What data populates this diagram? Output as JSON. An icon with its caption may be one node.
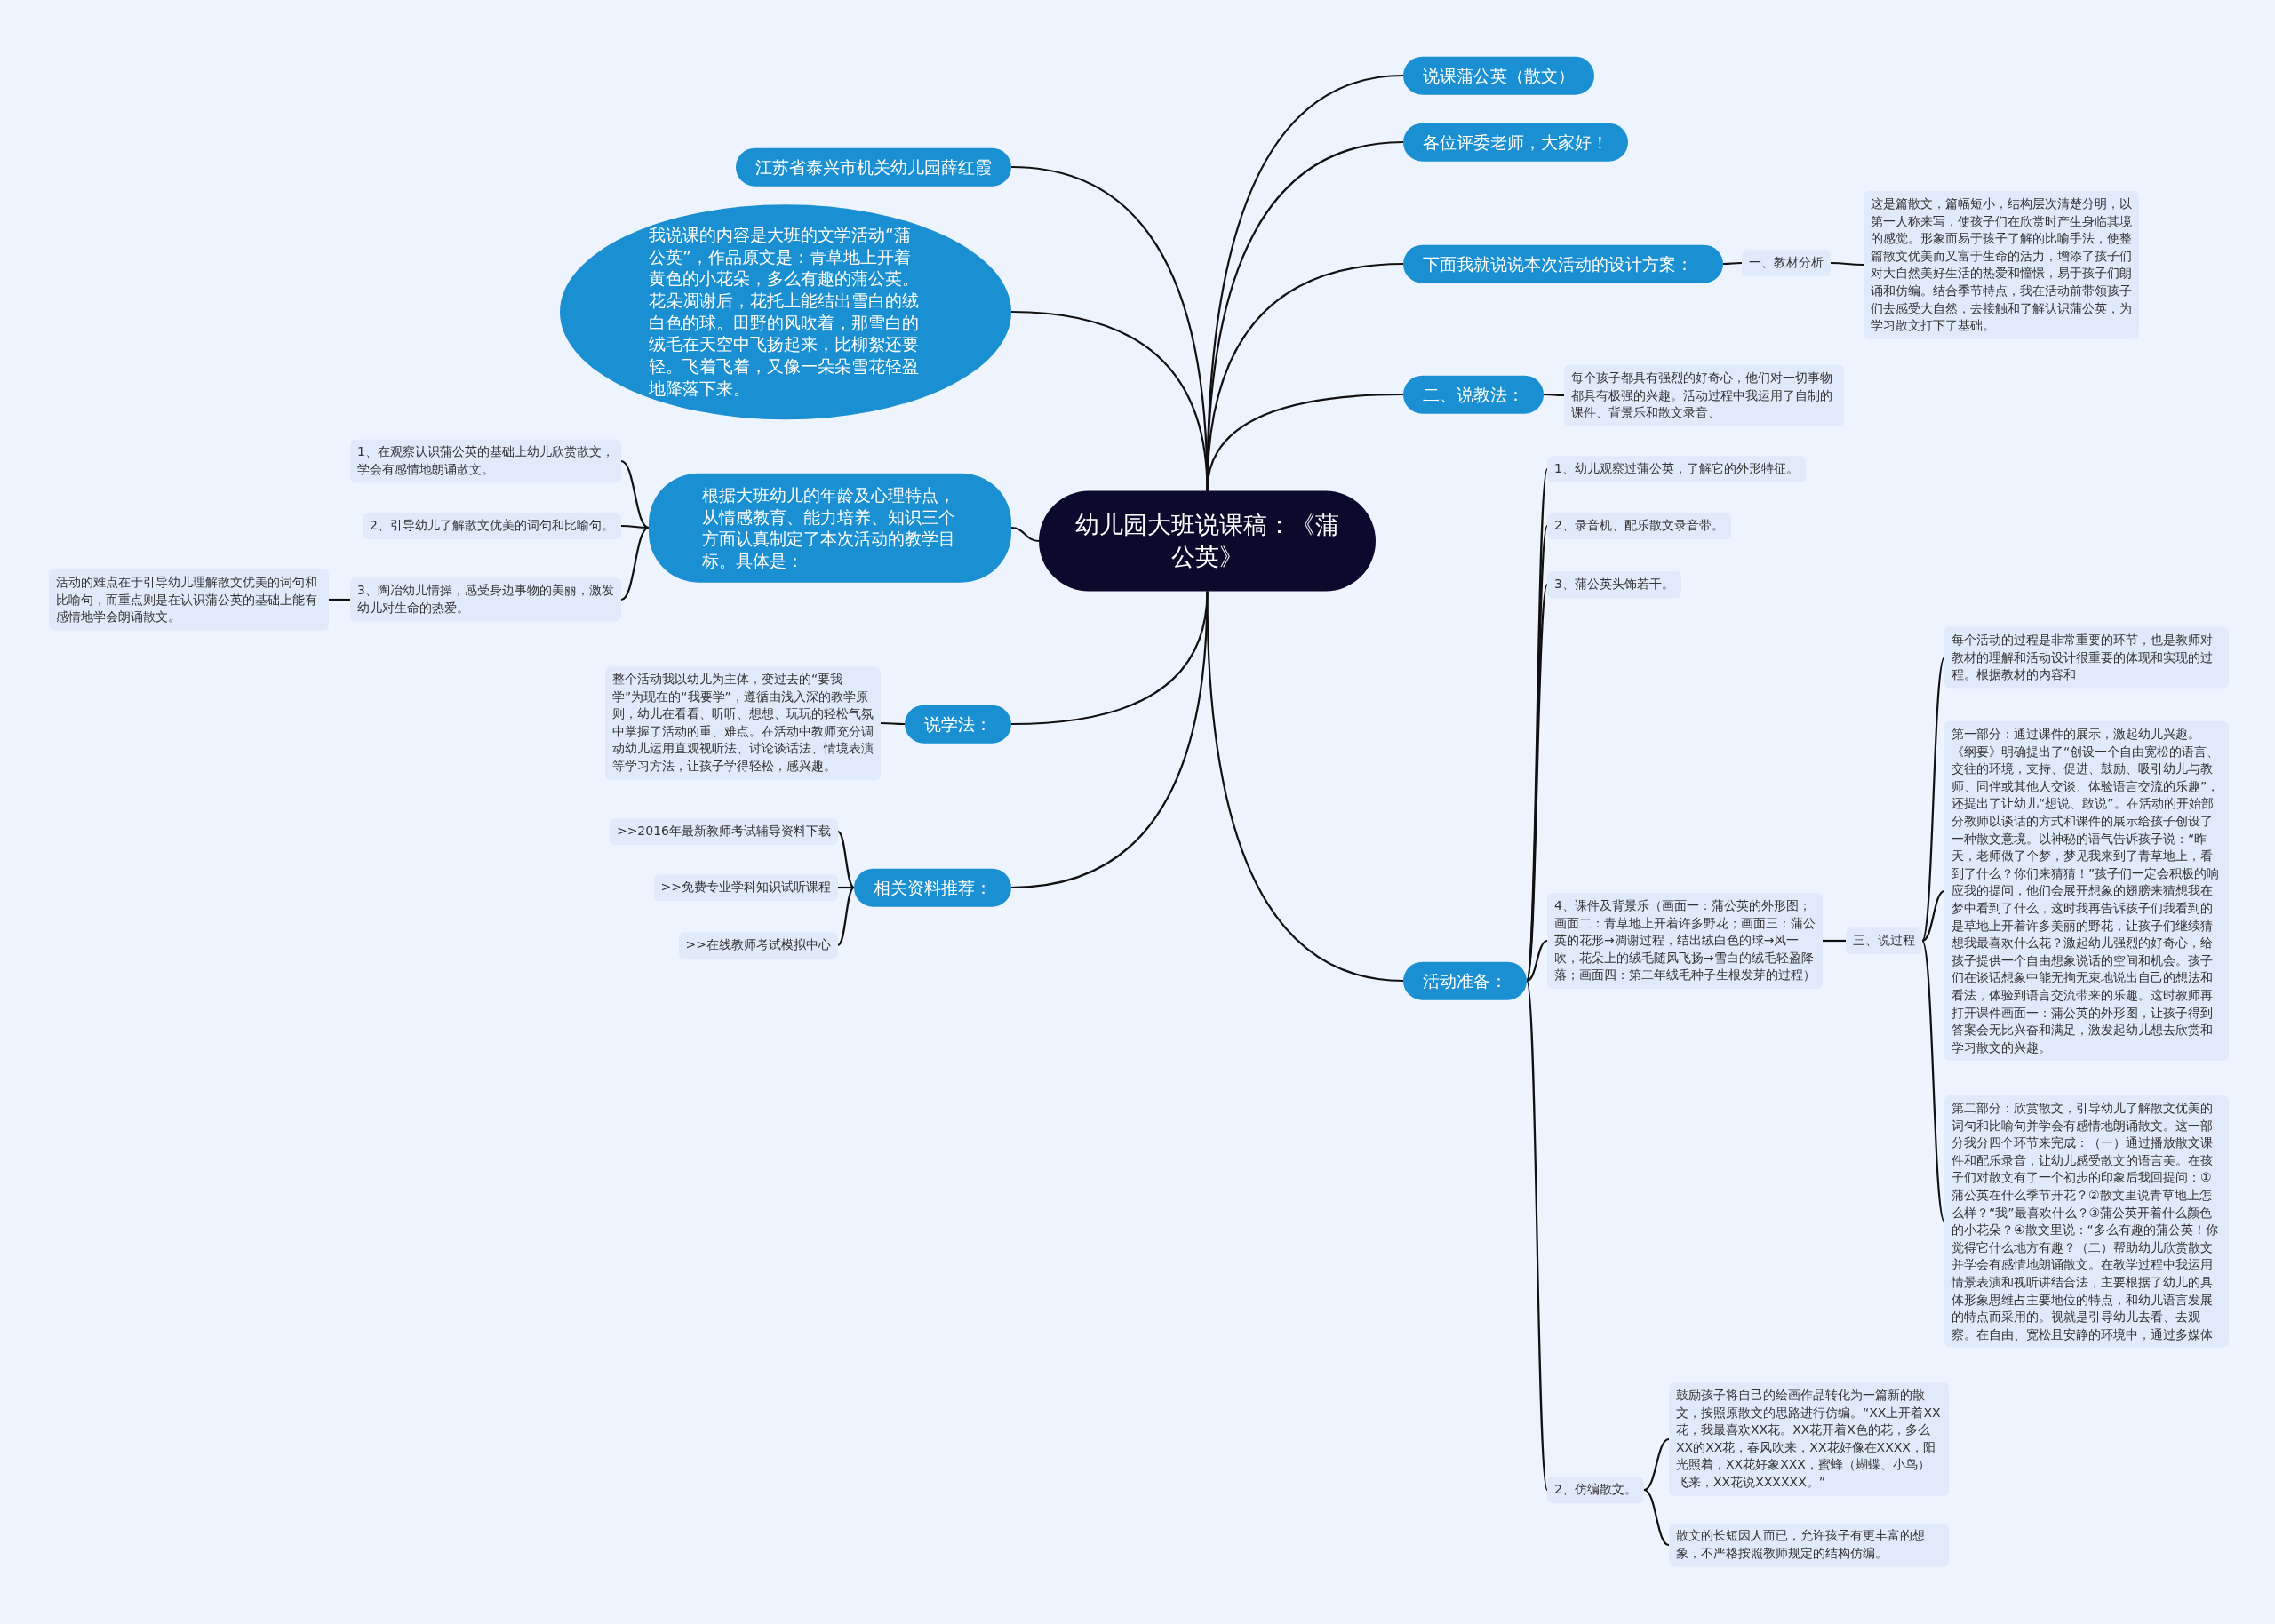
{
  "diagram": {
    "nodes": [
      {
        "text": [
          "幼儿园大班说课稿：《蒲公英》"
        ]
      },
      {
        "text": [
          "说课蒲公英（散文）"
        ]
      },
      {
        "text": [
          "各位评委老师，大家好！"
        ]
      },
      {
        "text": [
          "下面我就说说本次活动的设计方案："
        ]
      },
      {
        "text": [
          "一、教材分析"
        ]
      },
      {
        "text": [
          "这是篇散文，篇幅短小，结构层次清楚分明，以第一人称来写，使孩子们在欣赏时产生身临其境的感觉。形象而易于孩子了解的比喻手法，使整篇散文优美而又富于生命的活力，增添了孩子们对大自然美好生活的热爱和憧憬，易于孩子们朗诵和仿编。结合季节特点，我在活动前带领孩子们去感受大自然，去接触和了解认识蒲公英，为学习散文打下了基础。"
        ]
      },
      {
        "text": [
          "二、说教法："
        ]
      },
      {
        "text": [
          "每个孩子都具有强烈的好奇心，他们对一切事物都具有极强的兴趣。活动过程中我运用了自制的课件、背景乐和散文录音、"
        ]
      },
      {
        "text": [
          "活动准备："
        ]
      },
      {
        "text": [
          "1、幼儿观察过蒲公英，了解它的外形特征。"
        ]
      },
      {
        "text": [
          "2、录音机、配乐散文录音带。"
        ]
      },
      {
        "text": [
          "3、蒲公英头饰若干。"
        ]
      },
      {
        "text": [
          "4、课件及背景乐（画面一：蒲公英的外形图；画面二：青草地上开着许多野花；画面三：蒲公英的花形→凋谢过程，结出绒白色的球→风一吹，花朵上的绒毛随风飞扬→雪白的绒毛轻盈降落；画面四：第二年绒毛种子生根发芽的过程）"
        ]
      },
      {
        "text": [
          "三、说过程"
        ]
      },
      {
        "text": [
          "每个活动的过程是非常重要的环节，也是教师对教材的理解和活动设计很重要的体现和实现的过程。根据教材的内容和"
        ]
      },
      {
        "text": [
          "第一部分：通过课件的展示，激起幼儿兴趣。《纲要》明确提出了“创设一个自由宽松的语言、交往的环境，支持、促进、鼓励、吸引幼儿与教师、同伴或其他人交谈、体验语言交流的乐趣”，还提出了让幼儿“想说、敢说”。在活动的开始部分教师以谈话的方式和课件的展示给孩子创设了一种散文意境。以神秘的语气告诉孩子说：“昨天，老师做了个梦，梦见我来到了青草地上，看到了什么？你们来猜猜！”孩子们一定会积极的响应我的提问，他们会展开想象的翅膀来猜想我在梦中看到了什么，这时我再告诉孩子们我看到的是草地上开着许多美丽的野花，让孩子们继续猜想我最喜欢什么花？激起幼儿强烈的好奇心，给孩子提供一个自由想象说话的空间和机会。孩子们在谈话想象中能无拘无束地说出自己的想法和看法，体验到语言交流带来的乐趣。这时教师再打开课件画面一：蒲公英的外形图，让孩子得到答案会无比兴奋和满足，激发起幼儿想去欣赏和学习散文的兴趣。"
        ]
      },
      {
        "text": [
          "第二部分：欣赏散文，引导幼儿了解散文优美的词句和比喻句并学会有感情地朗诵散文。这一部分我分四个环节来完成：（一）通过播放散文课件和配乐录音，让幼儿感受散文的语言美。在孩子们对散文有了一个初步的印象后我回提问：①蒲公英在什么季节开花？②散文里说青草地上怎么样？“我”最喜欢什么？③蒲公英开着什么颜色的小花朵？④散文里说：“多么有趣的蒲公英！你觉得它什么地方有趣？（二）帮助幼儿欣赏散文并学会有感情地朗诵散文。在教学过程中我运用情景表演和视听讲结合法，主要根据了幼儿的具体形象思维占主要地位的特点，和幼儿语言发展的特点而采用的。视就是引导幼儿去看、去观察。在自由、宽松且安静的环境中，通过多媒体"
        ]
      },
      {
        "text": [
          "2、仿编散文。"
        ]
      },
      {
        "text": [
          "鼓励孩子将自己的绘画作品转化为一篇新的散文，按照原散文的思路进行仿编。“XX上开着XX花，我最喜欢XX花。XX花开着X色的花，多么XX的XX花，春风吹来，XX花好像在XXXX，阳光照着，XX花好象XXX，蜜蜂（蝴蝶、小鸟）飞来，XX花说XXXXXX。”"
        ]
      },
      {
        "text": [
          "散文的长短因人而已，允许孩子有更丰富的想象，不严格按照教师规定的结构仿编。"
        ]
      },
      {
        "text": [
          "江苏省泰兴市机关幼儿园薛红霞"
        ]
      },
      {
        "text": [
          "我说课的内容是大班的文学活动“蒲公英”，作品原文是：青草地上开着黄色的小花朵，多么有趣的蒲公英。花朵凋谢后，花托上能结出雪白的绒白色的球。田野的风吹着，那雪白的绒毛在天空中飞扬起来，比柳絮还要轻。飞着飞着，又像一朵朵雪花轻盈地降落下来。"
        ]
      },
      {
        "text": [
          "根据大班幼儿的年龄及心理特点，从情感教育、能力培养、知识三个方面认真制定了本次活动的教学目标。具体是："
        ]
      },
      {
        "text": [
          "1、在观察认识蒲公英的基础上幼儿欣赏散文，学会有感情地朗诵散文。"
        ]
      },
      {
        "text": [
          "2、引导幼儿了解散文优美的词句和比喻句。"
        ]
      },
      {
        "text": [
          "3、陶冶幼儿情操，感受身边事物的美丽，激发幼儿对生命的热爱。"
        ]
      },
      {
        "text": [
          "活动的难点在于引导幼儿理解散文优美的词句和比喻句，而重点则是在认识蒲公英的基础上能有感情地学会朗诵散文。"
        ]
      },
      {
        "text": [
          "说学法："
        ]
      },
      {
        "text": [
          "整个活动我以幼儿为主体，变过去的“要我学”为现在的“我要学”，遵循由浅入深的教学原则，幼儿在看看、听听、想想、玩玩的轻松气氛中掌握了活动的重、难点。在活动中教师充分调动幼儿运用直观视听法、讨论谈话法、情境表演等学习方法，让孩子学得轻松，感兴趣。"
        ]
      },
      {
        "text": [
          "相关资料推荐："
        ]
      },
      {
        "text": [
          ">>2016年最新教师考试辅导资料下载"
        ]
      },
      {
        "text": [
          ">>免费专业学科知识试听课程"
        ]
      },
      {
        "text": [
          ">>在线教师考试模拟中心"
        ]
      }
    ],
    "edges": [
      {
        "from": 0,
        "to": 1,
        "arrow": "none"
      },
      {
        "from": 0,
        "to": 2,
        "arrow": "none"
      },
      {
        "from": 0,
        "to": 3,
        "arrow": "none"
      },
      {
        "from": 3,
        "to": 4,
        "arrow": "none"
      },
      {
        "from": 4,
        "to": 5,
        "arrow": "none"
      },
      {
        "from": 0,
        "to": 6,
        "arrow": "none"
      },
      {
        "from": 6,
        "to": 7,
        "arrow": "none"
      },
      {
        "from": 0,
        "to": 8,
        "arrow": "none"
      },
      {
        "from": 8,
        "to": 9,
        "arrow": "none"
      },
      {
        "from": 8,
        "to": 10,
        "arrow": "none"
      },
      {
        "from": 8,
        "to": 11,
        "arrow": "none"
      },
      {
        "from": 8,
        "to": 12,
        "arrow": "none"
      },
      {
        "from": 12,
        "to": 13,
        "arrow": "none"
      },
      {
        "from": 13,
        "to": 14,
        "arrow": "none"
      },
      {
        "from": 13,
        "to": 15,
        "arrow": "none"
      },
      {
        "from": 13,
        "to": 16,
        "arrow": "none"
      },
      {
        "from": 8,
        "to": 17,
        "arrow": "none"
      },
      {
        "from": 17,
        "to": 18,
        "arrow": "none"
      },
      {
        "from": 17,
        "to": 19,
        "arrow": "none"
      },
      {
        "from": 0,
        "to": 20,
        "arrow": "none"
      },
      {
        "from": 0,
        "to": 21,
        "arrow": "none"
      },
      {
        "from": 0,
        "to": 22,
        "arrow": "none"
      },
      {
        "from": 22,
        "to": 23,
        "arrow": "none"
      },
      {
        "from": 22,
        "to": 24,
        "arrow": "none"
      },
      {
        "from": 22,
        "to": 25,
        "arrow": "none"
      },
      {
        "from": 25,
        "to": 26,
        "arrow": "none"
      },
      {
        "from": 0,
        "to": 27,
        "arrow": "none"
      },
      {
        "from": 27,
        "to": 28,
        "arrow": "none"
      },
      {
        "from": 0,
        "to": 29,
        "arrow": "none"
      },
      {
        "from": 29,
        "to": 30,
        "arrow": "none"
      },
      {
        "from": 29,
        "to": 31,
        "arrow": "none"
      },
      {
        "from": 29,
        "to": 32,
        "arrow": "none"
      }
    ]
  }
}
